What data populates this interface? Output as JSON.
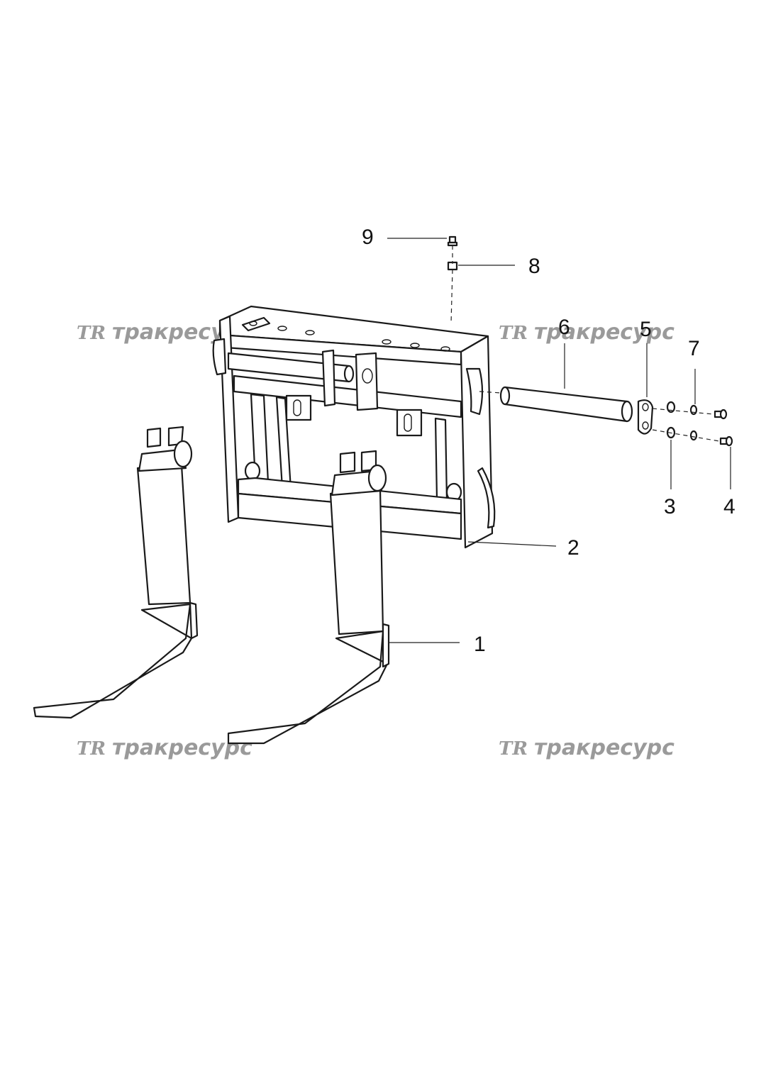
{
  "watermark": {
    "logo": "TR",
    "text": "тракресурс"
  },
  "callouts": {
    "c1": "1",
    "c2": "2",
    "c3": "3",
    "c4": "4",
    "c5": "5",
    "c6": "6",
    "c7": "7",
    "c8": "8",
    "c9": "9"
  }
}
